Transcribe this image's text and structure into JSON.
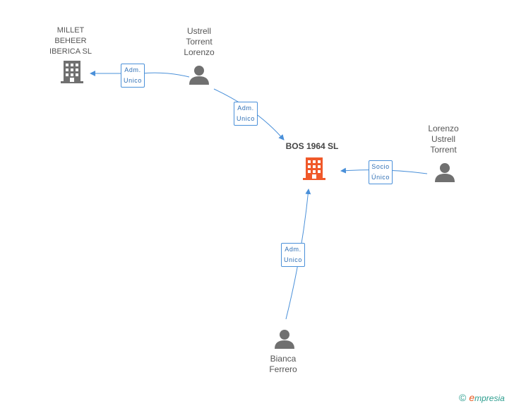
{
  "nodes": {
    "millet": {
      "label": "MILLET\nBEHEER\nIBERICA SL",
      "kind": "company"
    },
    "ustrell_torrent_lorenzo": {
      "label": "Ustrell\nTorrent\nLorenzo",
      "kind": "person"
    },
    "bos": {
      "label": "BOS 1964  SL",
      "kind": "company-main"
    },
    "lorenzo_ustrell_torrent": {
      "label": "Lorenzo\nUstrell\nTorrent",
      "kind": "person"
    },
    "bianca_ferrero": {
      "label": "Bianca\nFerrero",
      "kind": "person"
    }
  },
  "edges": {
    "e1": {
      "line1": "Adm.",
      "line2": "Unico"
    },
    "e2": {
      "line1": "Adm.",
      "line2": "Unico"
    },
    "e3": {
      "line1": "Socio",
      "line2": "Único"
    },
    "e4": {
      "line1": "Adm.",
      "line2": "Unico"
    }
  },
  "footer": {
    "copyright": "©",
    "brand_first": "e",
    "brand_rest": "mpresia"
  },
  "colors": {
    "edge": "#4a90d9",
    "company": "#707070",
    "main_company": "#f0592a",
    "person": "#707070"
  }
}
